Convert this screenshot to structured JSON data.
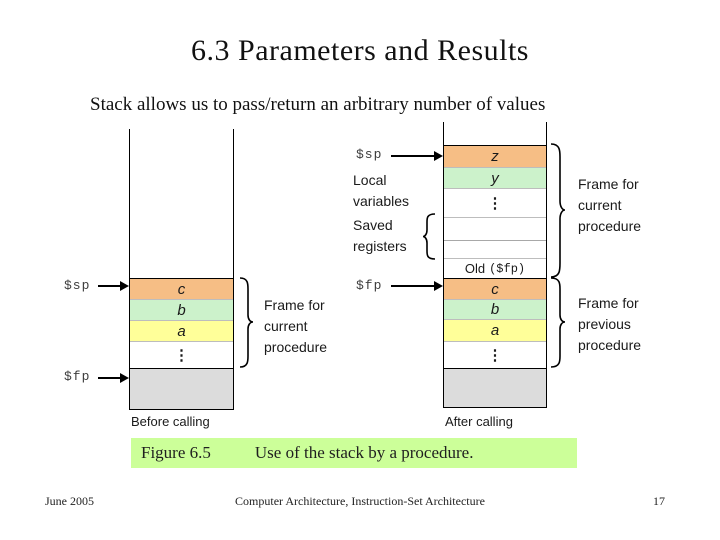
{
  "slide": {
    "title": "6.3  Parameters and Results",
    "body_text": "Stack allows us to pass/return an arbitrary number of values",
    "figure_caption": {
      "label": "Figure 6.5",
      "text": "Use of the stack by a procedure."
    },
    "footer": {
      "date": "June 2005",
      "center": "Computer Architecture, Instruction-Set Architecture",
      "page_number": "17"
    }
  },
  "diagram": {
    "pointers": {
      "sp": "$sp",
      "fp": "$fp"
    },
    "left_stack": {
      "cells": [
        "c",
        "b",
        "a",
        "⋮"
      ],
      "frame_label": "Frame for current procedure",
      "caption": "Before calling"
    },
    "right_stack": {
      "local_label": "Local variables",
      "saved_label": "Saved registers",
      "top_cells": [
        "z",
        "y",
        "⋮"
      ],
      "old_cell": {
        "prefix": "Old",
        "register": "($fp)"
      },
      "bottom_cells": [
        "c",
        "b",
        "a",
        "⋮"
      ],
      "frame_top_label": "Frame for current procedure",
      "frame_bottom_label": "Frame for previous procedure",
      "caption": "After calling"
    },
    "colors": {
      "cell_orange": "#F6BE85",
      "cell_green": "#CCF2CB",
      "cell_yellow": "#FFFF99",
      "block_gray": "#DCDCDC",
      "caption_highlight": "#CCFF99"
    }
  }
}
